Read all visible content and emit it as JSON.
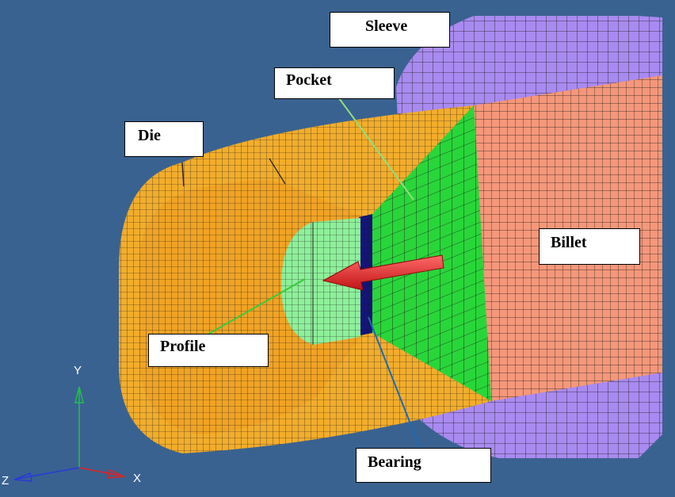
{
  "labels": {
    "sleeve": "Sleeve",
    "pocket": "Pocket",
    "die": "Die",
    "billet": "Billet",
    "profile": "Profile",
    "bearing": "Bearing"
  },
  "axes": {
    "x": "X",
    "y": "Y",
    "z": "Z"
  },
  "colors": {
    "background": "#3a6290",
    "die": "#f2ad2c",
    "sleeve": "#a98af0",
    "billet": "#f5977a",
    "pocket": "#29d63a",
    "profile": "#8ef09a",
    "bearing": "#14147a",
    "flow_arrow": "#e02828",
    "leader_green": "#8ee07a",
    "leader_blue": "#1e6ab4"
  }
}
